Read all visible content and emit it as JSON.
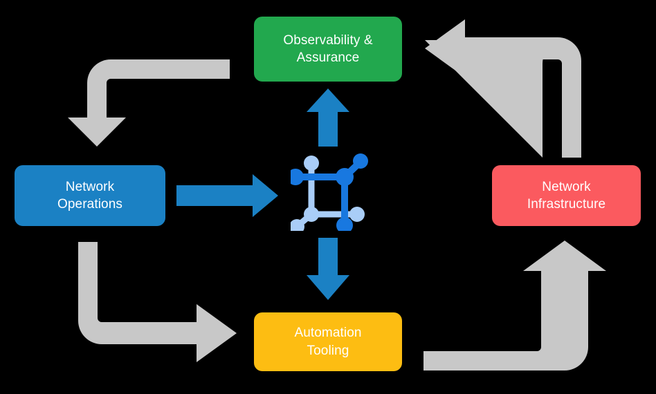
{
  "diagram": {
    "title": "Network automation lifecycle",
    "background_color": "#000000",
    "center_icon_name": "network-topology-icon",
    "nodes": [
      {
        "id": "observability",
        "label": "Observability &\nAssurance",
        "color": "#22A84E",
        "position": "top"
      },
      {
        "id": "operations",
        "label": "Network\nOperations",
        "color": "#1B81C4",
        "position": "left"
      },
      {
        "id": "infrastructure",
        "label": "Network\nInfrastructure",
        "color": "#FB5A5F",
        "position": "right"
      },
      {
        "id": "automation",
        "label": "Automation\nTooling",
        "color": "#FDBD12",
        "position": "bottom"
      }
    ],
    "connectors": [
      {
        "id": "operations-to-center",
        "name": "arrow-operations-to-center",
        "style": "straight",
        "color": "#1B81C4",
        "direction": "right",
        "from": "operations",
        "to": "center"
      },
      {
        "id": "center-to-observability",
        "name": "arrow-center-to-observability",
        "style": "straight",
        "color": "#1B81C4",
        "direction": "up",
        "from": "center",
        "to": "observability"
      },
      {
        "id": "center-to-automation",
        "name": "arrow-center-to-automation",
        "style": "straight",
        "color": "#1B81C4",
        "direction": "down",
        "from": "center",
        "to": "automation"
      },
      {
        "id": "observability-to-operations",
        "name": "arrow-observability-to-operations",
        "style": "elbow",
        "color": "#C8C8C8",
        "direction": "down",
        "from": "observability",
        "to": "operations"
      },
      {
        "id": "infrastructure-to-observability",
        "name": "arrow-infrastructure-to-observability",
        "style": "elbow",
        "color": "#C8C8C8",
        "direction": "left",
        "from": "infrastructure",
        "to": "observability"
      },
      {
        "id": "operations-to-automation",
        "name": "arrow-operations-to-automation",
        "style": "elbow",
        "color": "#C8C8C8",
        "direction": "right",
        "from": "operations",
        "to": "automation"
      },
      {
        "id": "automation-to-infrastructure",
        "name": "arrow-automation-to-infrastructure",
        "style": "elbow",
        "color": "#C8C8C8",
        "direction": "up",
        "from": "automation",
        "to": "infrastructure"
      }
    ],
    "palette": {
      "green": "#22A84E",
      "blue": "#1B81C4",
      "red": "#FB5A5F",
      "yellow": "#FDBD12",
      "gray": "#C8C8C8",
      "icon_blue_dark": "#1878E0",
      "icon_blue_light": "#A9CDF7",
      "text": "#FFFFFF",
      "background": "#000000"
    }
  }
}
